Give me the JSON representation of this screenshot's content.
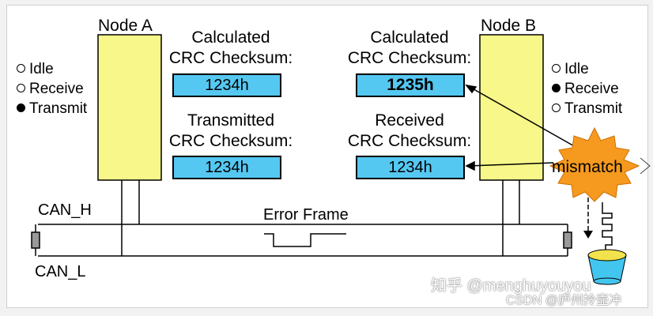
{
  "node_a": {
    "title": "Node A",
    "states": [
      {
        "label": "Idle",
        "active": false
      },
      {
        "label": "Receive",
        "active": false
      },
      {
        "label": "Transmit",
        "active": true
      }
    ],
    "crc_top": {
      "title_line1": "Calculated",
      "title_line2": "CRC Checksum:",
      "value": "1234h"
    },
    "crc_bottom": {
      "title_line1": "Transmitted",
      "title_line2": "CRC Checksum:",
      "value": "1234h"
    }
  },
  "node_b": {
    "title": "Node B",
    "states": [
      {
        "label": "Idle",
        "active": false
      },
      {
        "label": "Receive",
        "active": true
      },
      {
        "label": "Transmit",
        "active": false
      }
    ],
    "crc_top": {
      "title_line1": "Calculated",
      "title_line2": "CRC Checksum:",
      "value": "1235h"
    },
    "crc_bottom": {
      "title_line1": "Received",
      "title_line2": "CRC Checksum:",
      "value": "1234h"
    }
  },
  "bus": {
    "high_label": "CAN_H",
    "low_label": "CAN_L",
    "error_frame_label": "Error Frame"
  },
  "mismatch_label": "mismatch",
  "watermarks": {
    "zhihu": "知乎 @menghuyouyou",
    "csdn": "CSDN @庐州拎壶冲"
  },
  "colors": {
    "node": "#f7f78a",
    "crc_box": "#55c8f2",
    "burst": "#f59a1f",
    "bucket": "#42c6f0"
  }
}
